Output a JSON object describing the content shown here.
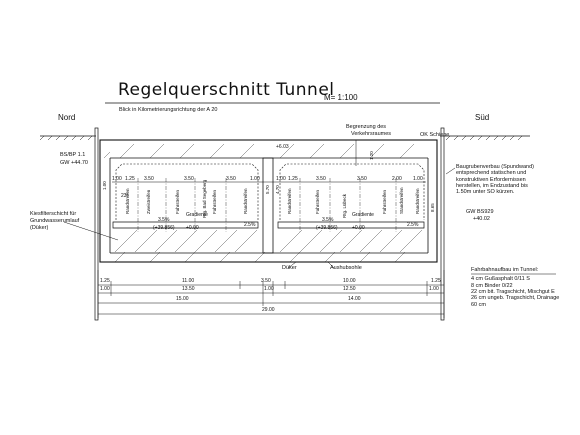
{
  "title": "Regelquerschnitt  Tunnel",
  "scale": "M= 1:100",
  "subtitle": "Blick in Kilometrierungsrichtung der A 20",
  "labels": {
    "north": "Nord",
    "south": "Süd",
    "bs_bp": "BS/BP 1.1",
    "gw_left": "GW +44.70",
    "gw_right_1": "GW BS929",
    "gw_right_2": "+40.02",
    "ok_schiene": "OK Schiene",
    "begrenzung_1": "Begrenzung des",
    "begrenzung_2": "Verkehrsraumes",
    "kies_1": "Kiesfilterschicht für",
    "kies_2": "Grundwasserumlauf",
    "kies_3": "(Düker)",
    "duker": "Düker",
    "aushub": "Aushubsohle",
    "level_top": "+6.03",
    "gradiente_left": "Gradiente",
    "gradiente_left_val": "+0.00",
    "gradiente_right": "Gradiente",
    "gradiente_right_val": "+0.00",
    "elev_left": "(+39.856)",
    "elev_right": "(+39.856)",
    "slope_left": "3.5%",
    "slope_right": "3.5%",
    "slope_small_left": "2.5%",
    "slope_small_right": "2.5%",
    "angle_left": "23°",
    "dir_left": "Rtg. Bad Segeberg",
    "dir_right": "Rtg. Lübeck",
    "lanes": [
      "Randstreifen",
      "Zweistreifen",
      "Fahrstreifen",
      "Fahrstreifen",
      "Randstreifen",
      "Randstreifen",
      "Fahrstreifen",
      "Fahrstreifen",
      "Standstreifen",
      "Randstreifen"
    ],
    "v_dims": [
      "5.70",
      "4.70",
      "1.20",
      "1.00",
      "8.65"
    ]
  },
  "inner_dims_left": [
    "1.00",
    "1.25",
    "3.50",
    "3.50",
    "3.50",
    "1.00"
  ],
  "inner_dims_right": [
    "1.00",
    "1.25",
    "3.50",
    "3.50",
    "2.00",
    "1.00"
  ],
  "dims_row1": [
    "1.25",
    "11.00",
    "3.50",
    "10.00",
    "1.25"
  ],
  "dims_row2": [
    "1.00",
    "13.50",
    "1.00",
    "12.50",
    "1.00"
  ],
  "dims_row3": [
    "15.00",
    "14.00"
  ],
  "dims_row4": [
    "29.00"
  ],
  "baugrube_note": {
    "lines": [
      "Baugrubenverbau (Spundwand)",
      "entsprechend statischen und",
      "konstruktiven Erfordernissen",
      "herstellen, im Endzustand bis",
      "1.50m unter SO kürzen."
    ]
  },
  "fahrbahn": {
    "heading": "Fahrbahnaufbau  im  Tunnel:",
    "lines": [
      "4  cm  Gußasphalt  0/11  S",
      "8  cm  Binder  0/22",
      "22  cm  bit. Tragschicht,  Mischgut  E",
      "26  cm  ungeb. Tragschicht,  Drainage",
      "60  cm"
    ]
  }
}
